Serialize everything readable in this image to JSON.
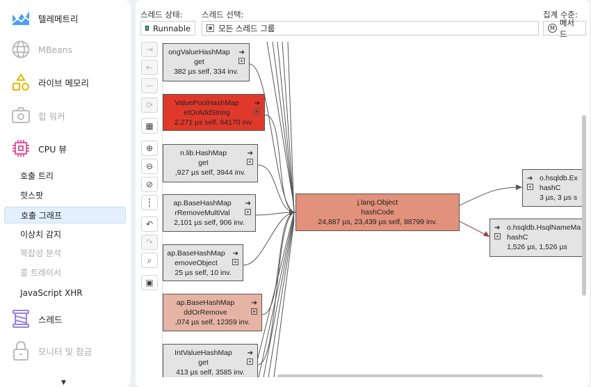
{
  "sidebar": {
    "items": [
      {
        "label": "텔레메트리",
        "icon": "telemetry-icon",
        "enabled": true
      },
      {
        "label": "MBeans",
        "icon": "globe-icon",
        "enabled": false
      },
      {
        "label": "라이브 메모리",
        "icon": "shapes-icon",
        "enabled": true
      },
      {
        "label": "힙 워커",
        "icon": "camera-icon",
        "enabled": false
      },
      {
        "label": "CPU 뷰",
        "icon": "cpu-icon",
        "enabled": true
      },
      {
        "label": "스레드",
        "icon": "spool-icon",
        "enabled": true
      },
      {
        "label": "모니터 및 잠금",
        "icon": "lock-icon",
        "enabled": false
      }
    ],
    "sub_items": [
      {
        "label": "호출 트리",
        "enabled": true
      },
      {
        "label": "핫스팟",
        "enabled": true
      },
      {
        "label": "호출 그래프",
        "enabled": true,
        "selected": true
      },
      {
        "label": "이상치 감지",
        "enabled": true
      },
      {
        "label": "복잡성 분석",
        "enabled": false
      },
      {
        "label": "콜 트레이서",
        "enabled": false
      },
      {
        "label": "JavaScript XHR",
        "enabled": true
      }
    ]
  },
  "toolbar": {
    "thread_state_label": "스레드 상태:",
    "thread_state_value": "Runnable",
    "thread_state_color": "#3dbb8a",
    "thread_select_label": "스레드 선택:",
    "thread_select_value": "모든 스레드 그룹",
    "aggregation_label": "집계 수준:",
    "aggregation_value": "메서드"
  },
  "graph": {
    "callers": [
      {
        "class": "ongValueHashMap",
        "method": "get",
        "stats": "382 µs self, 334 inv.",
        "color": "#e4e4e4"
      },
      {
        "class": "ValuePoolHashMap",
        "method": "etOrAddString",
        "stats": "2,271 µs self, 64170 inv.",
        "color": "#e0392b"
      },
      {
        "class": "n.lib.HashMap",
        "method": "get",
        "stats": ",927 µs self, 3944 inv.",
        "color": "#e4e4e4"
      },
      {
        "class": "ap.BaseHashMap",
        "method": "rRemoveMultiVal",
        "stats": "2,101 µs self, 906 inv.",
        "color": "#e4e4e4"
      },
      {
        "class": "ap.BaseHashMap",
        "method": "emoveObject",
        "stats": "25 µs self, 10 inv.",
        "color": "#e4e4e4"
      },
      {
        "class": "ap.BaseHashMap",
        "method": "ddOrRemove",
        "stats": ",074 µs self, 12359 inv.",
        "color": "#e6b4a4"
      },
      {
        "class": "IntValueHashMap",
        "method": "get",
        "stats": "413 µs self, 3585 inv.",
        "color": "#e4e4e4"
      }
    ],
    "center": {
      "class": "j.lang.Object",
      "method": "hashCode",
      "stats": "24,887 µs, 23,439 µs self, 88799 inv.",
      "color": "#e2917b"
    },
    "callees": [
      {
        "class": "o.hsqldb.Ex",
        "method": "hashC",
        "stats": "3 µs, 3 µs s",
        "color": "#e4e4e4"
      },
      {
        "class": "o.hsqldb.HsqlNameMa",
        "method": "hashC",
        "stats": "1,526 µs, 1,526 µs",
        "color": "#e4e4e4"
      }
    ]
  }
}
